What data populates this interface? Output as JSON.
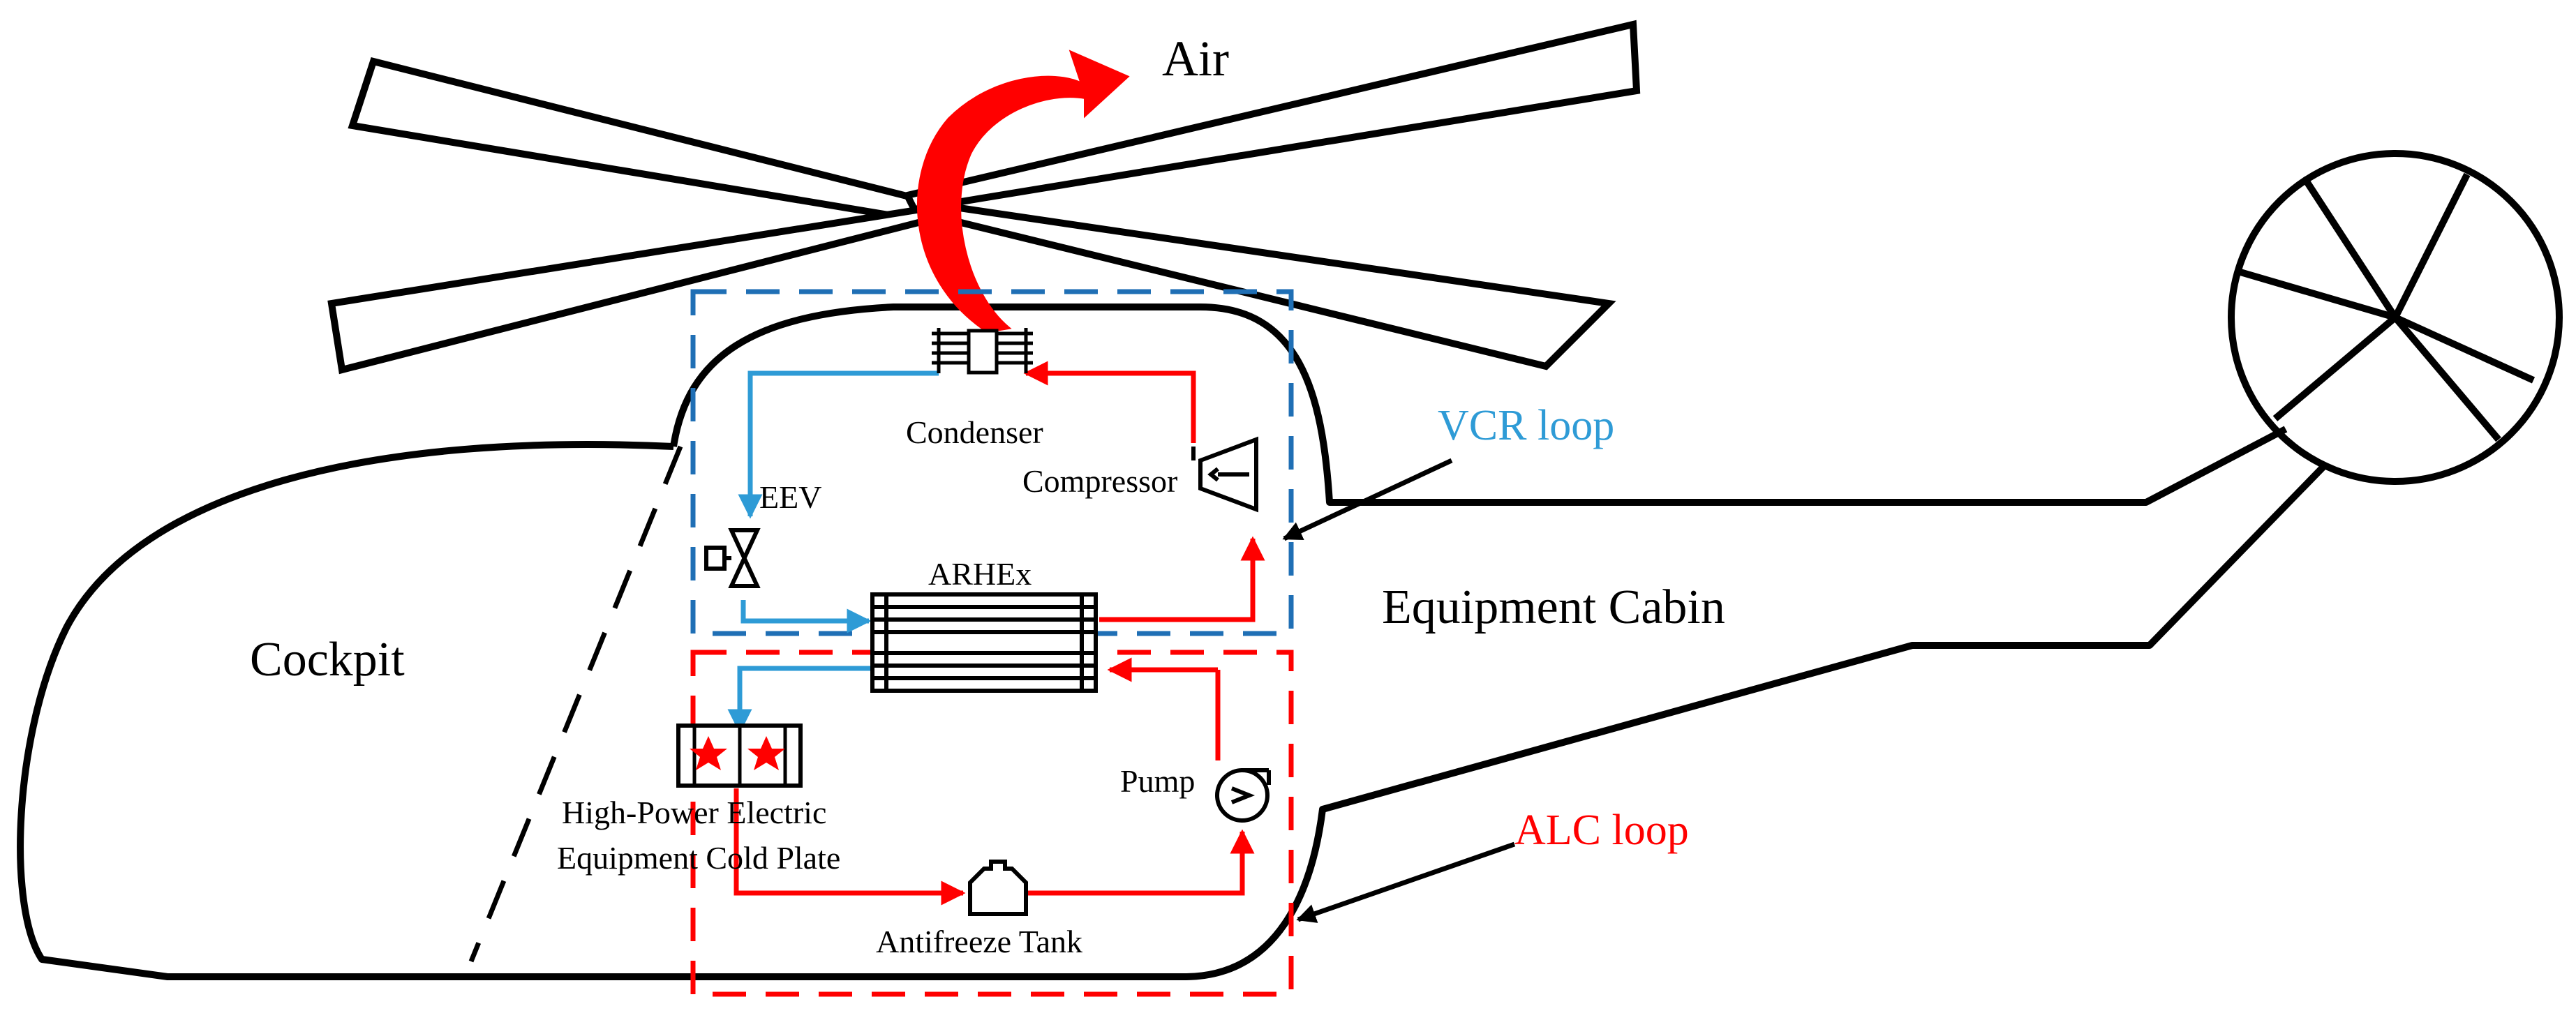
{
  "labels": {
    "air": "Air",
    "cockpit": "Cockpit",
    "equipment_cabin": "Equipment Cabin",
    "vcr_loop": "VCR loop",
    "alc_loop": "ALC loop",
    "condenser": "Condenser",
    "compressor": "Compressor",
    "eev": "EEV",
    "arhex": "ARHEx",
    "pump": "Pump",
    "cold_plate_line1": "High-Power Electric",
    "cold_plate_line2": "Equipment Cold Plate",
    "antifreeze_tank": "Antifreeze Tank"
  },
  "colors": {
    "vcr": "#2e9bd6",
    "vcr_box": "#1f6fb5",
    "alc": "#ff0000",
    "outline": "#000000"
  }
}
